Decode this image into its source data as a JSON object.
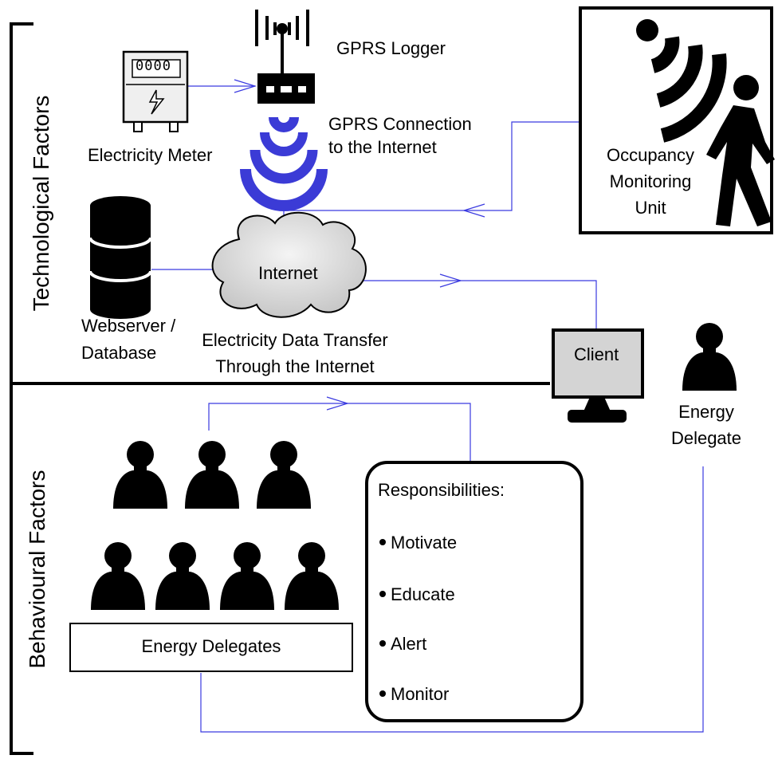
{
  "sections": {
    "technological": "Technological Factors",
    "behavioural": "Behavioural Factors"
  },
  "nodes": {
    "meter": {
      "display": "0000",
      "label": "Electricity Meter"
    },
    "logger": {
      "label": "GPRS Logger"
    },
    "gprs_connection": {
      "line1": "GPRS Connection",
      "line2": "to the Internet"
    },
    "occupancy": {
      "line1": "Occupancy",
      "line2": "Monitoring",
      "line3": "Unit"
    },
    "webserver": {
      "line1": "Webserver /",
      "line2": "Database"
    },
    "internet": {
      "label": "Internet"
    },
    "transfer": {
      "line1": "Electricity Data Transfer",
      "line2": "Through the Internet"
    },
    "client": {
      "label": "Client"
    },
    "energy_delegate": {
      "line1": "Energy",
      "line2": "Delegate"
    },
    "energy_delegates": {
      "label": "Energy Delegates"
    }
  },
  "responsibilities": {
    "title": "Responsibilities:",
    "items": [
      "Motivate",
      "Educate",
      "Alert",
      "Monitor"
    ]
  },
  "colors": {
    "connector": "#3a3ae0",
    "signal": "#3b3bd6",
    "cloud": "#e2e2e2",
    "monitor_screen": "#d4d4d4"
  }
}
